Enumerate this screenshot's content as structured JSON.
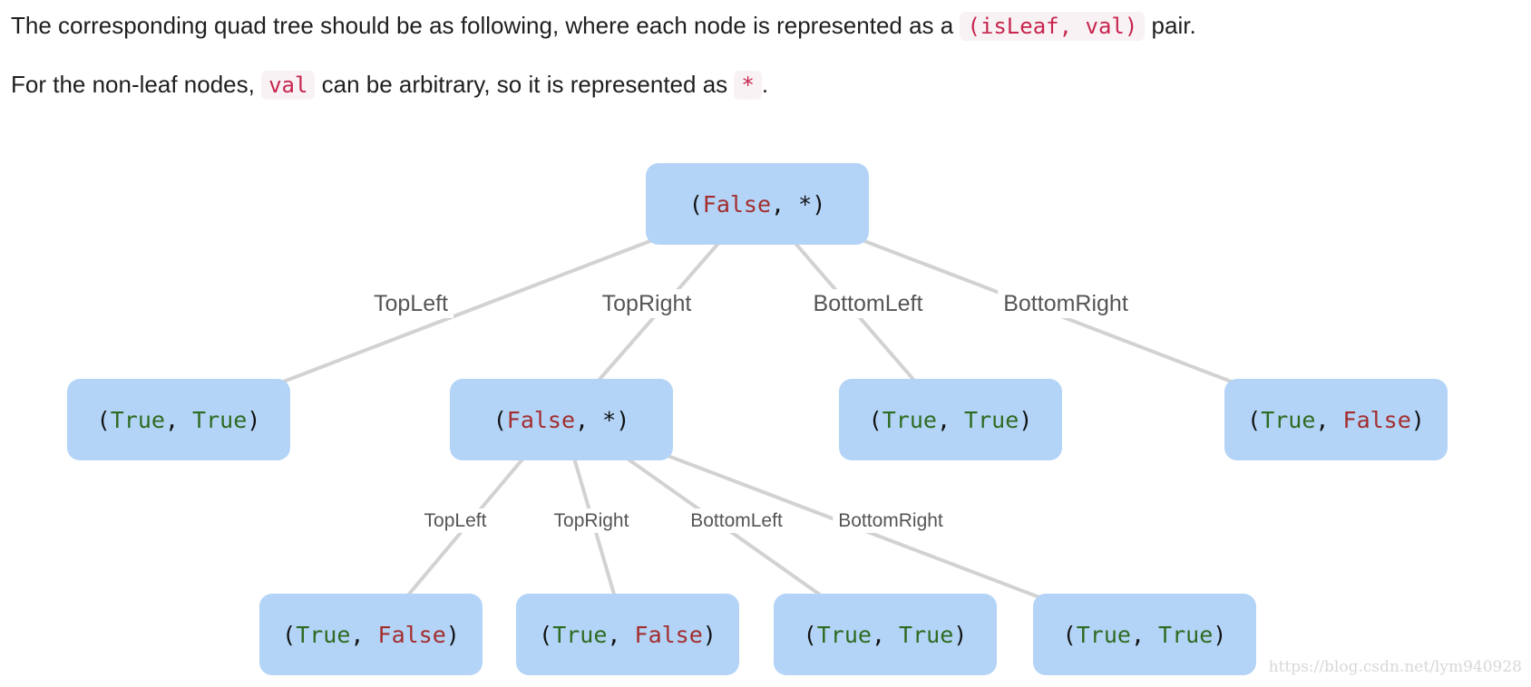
{
  "intro": {
    "line1_before": "The corresponding quad tree should be as following, where each node is represented as a ",
    "line1_code": "(isLeaf, val)",
    "line1_after": " pair.",
    "line2_before": "For the non-leaf nodes, ",
    "line2_code": "val",
    "line2_mid": " can be arbitrary, so it is represented as ",
    "line2_code2": "*",
    "line2_after": "."
  },
  "tree": {
    "nodes": [
      {
        "id": "root",
        "isLeaf": "False",
        "val": "*"
      },
      {
        "id": "tl",
        "isLeaf": "True",
        "val": "True"
      },
      {
        "id": "tr",
        "isLeaf": "False",
        "val": "*"
      },
      {
        "id": "bl",
        "isLeaf": "True",
        "val": "True"
      },
      {
        "id": "br",
        "isLeaf": "True",
        "val": "False"
      },
      {
        "id": "tr-tl",
        "isLeaf": "True",
        "val": "False"
      },
      {
        "id": "tr-tr",
        "isLeaf": "True",
        "val": "False"
      },
      {
        "id": "tr-bl",
        "isLeaf": "True",
        "val": "True"
      },
      {
        "id": "tr-br",
        "isLeaf": "True",
        "val": "True"
      }
    ],
    "edges": [
      {
        "from": "root",
        "to": "tl",
        "label": "TopLeft"
      },
      {
        "from": "root",
        "to": "tr",
        "label": "TopRight"
      },
      {
        "from": "root",
        "to": "bl",
        "label": "BottomLeft"
      },
      {
        "from": "root",
        "to": "br",
        "label": "BottomRight"
      },
      {
        "from": "tr",
        "to": "tr-tl",
        "label": "TopLeft"
      },
      {
        "from": "tr",
        "to": "tr-tr",
        "label": "TopRight"
      },
      {
        "from": "tr",
        "to": "tr-bl",
        "label": "BottomLeft"
      },
      {
        "from": "tr",
        "to": "tr-br",
        "label": "BottomRight"
      }
    ]
  },
  "colors": {
    "node_fill": "#b3d4f7",
    "true_text": "#2e6b21",
    "false_text": "#a32d2d",
    "edge": "#d2d2d2",
    "code_text": "#c7254e",
    "code_bg": "#f9f2f4"
  },
  "watermark": "https://blog.csdn.net/lym940928"
}
